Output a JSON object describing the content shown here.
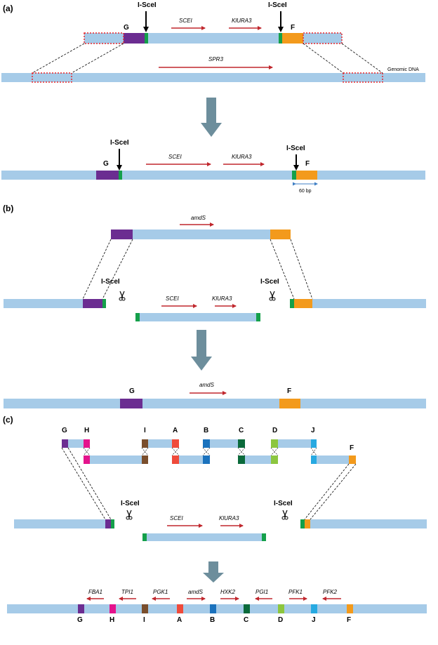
{
  "colors": {
    "dna": "#a6cbe8",
    "G": "#6b2d91",
    "F": "#f39a1c",
    "H": "#e4138c",
    "I": "#7a4e2c",
    "A": "#ef4b3b",
    "B": "#1b72bd",
    "C": "#0a6a3b",
    "D": "#8cc63f",
    "J": "#27a9e1",
    "scar": "#14a04a",
    "arrow": "#c0272d",
    "bigArrow": "#6d8e9c",
    "dashedBox": "#e8262a",
    "measure": "#3f7fc4"
  },
  "panels": {
    "a": "(a)",
    "b": "(b)",
    "c": "(c)"
  },
  "enzyme": "I-SceI",
  "genes": {
    "scei": "SCEI",
    "kluras": "KlURA3",
    "spr3": "SPR3",
    "amds": "amdS",
    "fba1": "FBA1",
    "tpi1": "TPI1",
    "pgk1": "PGK1",
    "hxk2": "HXK2",
    "pgi1": "PGI1",
    "pfk1": "PFK1",
    "pfk2": "PFK2"
  },
  "letters": {
    "G": "G",
    "F": "F",
    "H": "H",
    "I": "I",
    "A": "A",
    "B": "B",
    "C": "C",
    "D": "D",
    "J": "J"
  },
  "genomic_dna": "Genomic DNA",
  "bp_label": "60 bp",
  "icons": {
    "scissors": "scissors-icon",
    "down_arrow": "down-arrow-icon"
  }
}
